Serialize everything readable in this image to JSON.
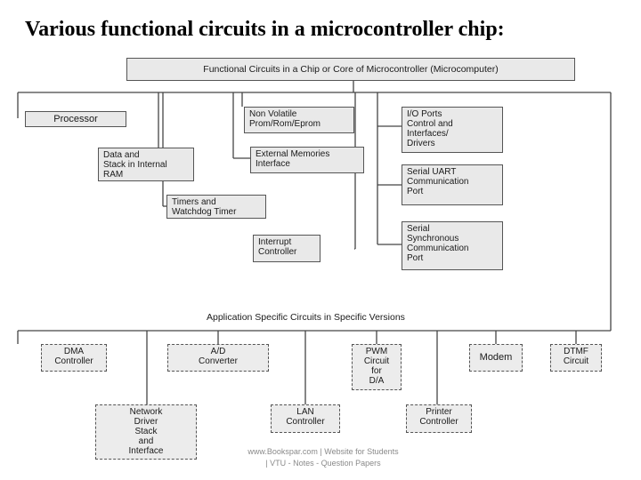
{
  "slide": {
    "title": "Various functional circuits in a microcontroller chip:"
  },
  "diagram": {
    "root": "Functional Circuits in a Chip or Core of Microcontroller (Microcomputer)",
    "processor": "Processor",
    "data_stack": "Data and\nStack in Internal\nRAM",
    "timers": "Timers and\nWatchdog Timer",
    "nonvolatile": "Non Volatile\nProm/Rom/Eprom",
    "external_memories": "External Memories\nInterface",
    "interrupt": "Interrupt\nController",
    "io_ports": "I/O Ports\nControl and\nInterfaces/\nDrivers",
    "serial_uart": "Serial UART\nCommunication\nPort",
    "serial_sync": "Serial\nSynchronous\nCommunication\nPort",
    "app_specific": "Application Specific Circuits in Specific Versions",
    "dma": "DMA\nController",
    "ad": "A/D\nConverter",
    "pwm": "PWM\nCircuit\nfor\nD/A",
    "modem": "Modem",
    "dtmf": "DTMF\nCircuit",
    "network": "Network\nDriver\nStack\nand\nInterface",
    "lan": "LAN\nController",
    "printer": "Printer\nController"
  },
  "footer": {
    "line1": "www.Bookspar.com | Website for Students",
    "line2": "| VTU - Notes - Question Papers"
  }
}
